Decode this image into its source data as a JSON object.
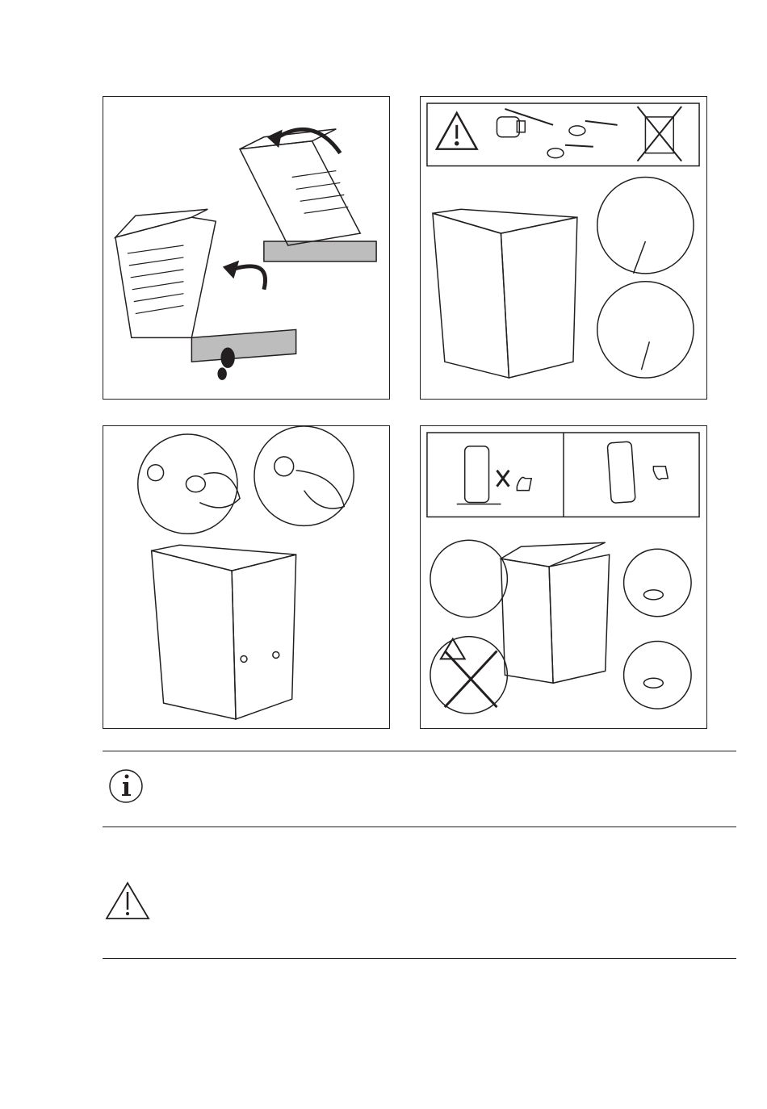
{
  "colors": {
    "ink": "#231f20",
    "panel_fill": "#bdbdbd",
    "background": "#ffffff"
  },
  "figures": [
    {
      "id": "tilt-appliance",
      "icons": [
        "appliance-icon",
        "rotate-arrow-icon",
        "packaging-base-icon",
        "foot-icon"
      ]
    },
    {
      "id": "remove-transit-bolts",
      "icons": [
        "warning-icon",
        "plug-icon",
        "bolt-icon",
        "washer-icon",
        "do-not-discard-icon",
        "wrench-icon"
      ]
    },
    {
      "id": "insert-plugs",
      "icons": [
        "plug-icon",
        "hand-icon",
        "appliance-icon"
      ]
    },
    {
      "id": "level-appliance",
      "icons": [
        "level-icon",
        "thumb-up-icon",
        "thumb-down-icon",
        "adjustable-foot-icon",
        "warning-icon"
      ]
    }
  ],
  "notes": [
    {
      "icon": "info-icon"
    },
    {
      "icon": "warning-icon"
    }
  ]
}
